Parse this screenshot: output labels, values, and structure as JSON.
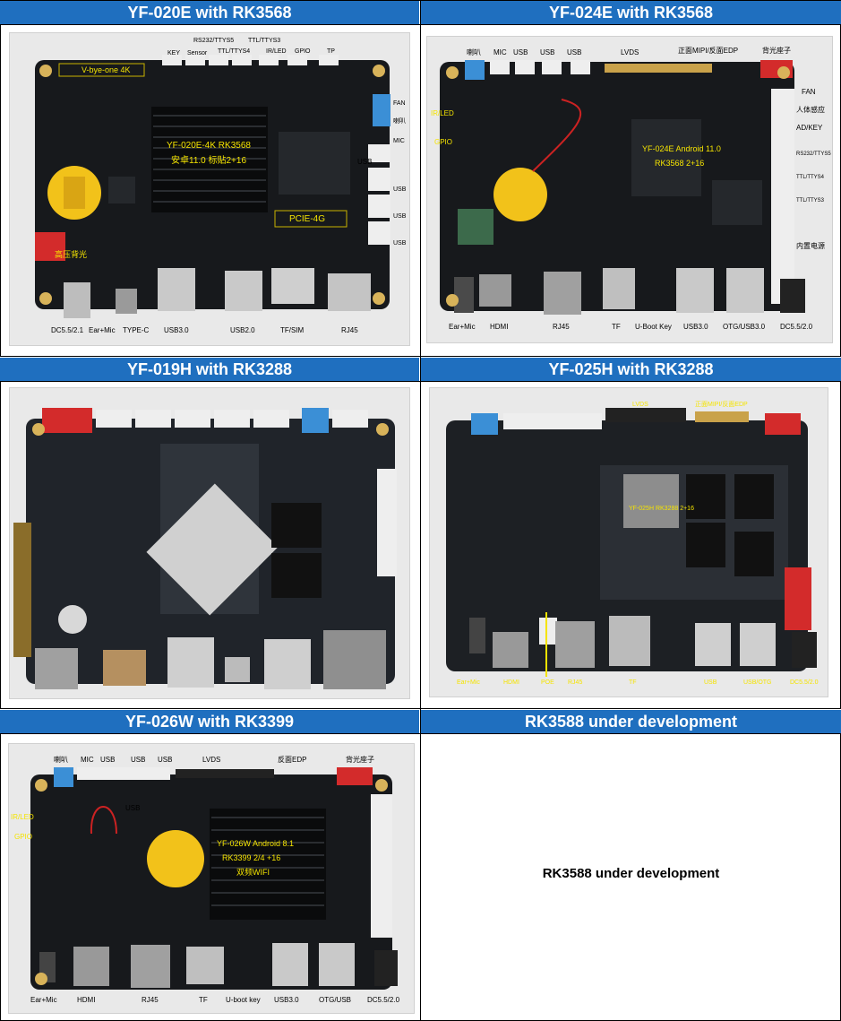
{
  "colors": {
    "header_bg": "#1F6FBF",
    "header_text": "#FFFFFF",
    "pcb": "#17191c",
    "label_yellow": "#F5E400"
  },
  "boards": [
    {
      "title": "YF-020E with RK3568",
      "chip_text": [
        "YF-020E-4K  RK3568",
        "安卓11.0  标贴2+16"
      ],
      "labels": [
        "V-bye-one 4K",
        "KEY",
        "Sensor",
        "RS232/TTYS5",
        "TTL/TTYS4",
        "TTL/TTYS3",
        "IR/LED",
        "GPIO",
        "TP",
        "FAN",
        "喇叭",
        "MIC",
        "USB",
        "USB",
        "USB",
        "USB",
        "PCIE-4G",
        "高压背光",
        "DC5.5/2.1",
        "Ear+Mic",
        "TYPE-C",
        "USB3.0",
        "USB2.0",
        "TF/SIM",
        "RJ45"
      ]
    },
    {
      "title": "YF-024E with RK3568",
      "chip_text": [
        "YF-024E  Android 11.0",
        "RK3568 2+16"
      ],
      "labels": [
        "喇叭",
        "MIC",
        "USB",
        "USB",
        "USB",
        "LVDS",
        "正面MIPI/反面EDP",
        "背光座子",
        "IR/LED",
        "GPIO",
        "FAN",
        "人体感应",
        "AD/KEY",
        "RS232/TTYS5",
        "TTL/TTYS4",
        "TTL/TTYS3",
        "内置电源",
        "Ear+Mic",
        "HDMI",
        "RJ45",
        "TF",
        "U-Boot Key",
        "USB3.0",
        "OTG/USB3.0",
        "DC5.5/2.0"
      ]
    },
    {
      "title": "YF-019H with RK3288",
      "chip_text": [],
      "labels": []
    },
    {
      "title": "YF-025H with RK3288",
      "chip_text": [
        "YF-025H  RK3288 2+16"
      ],
      "labels": [
        "LVDS",
        "正面MIPI/反面EDP",
        "Ear+Mic",
        "HDMI",
        "POE",
        "RJ45",
        "TF",
        "USB",
        "USB/OTG",
        "DC5.5/2.0"
      ]
    },
    {
      "title": "YF-026W with RK3399",
      "chip_text": [
        "YF-026W Android 8.1",
        "RK3399   2/4 +16",
        "双频WIFI"
      ],
      "labels": [
        "喇叭",
        "MIC",
        "USB",
        "USB",
        "USB",
        "LVDS",
        "反面EDP",
        "背光座子",
        "USB",
        "IR/LED",
        "GPIO",
        "Ear+Mic",
        "HDMI",
        "RJ45",
        "TF",
        "U-boot key",
        "USB3.0",
        "OTG/USB",
        "DC5.5/2.0"
      ]
    },
    {
      "title": "RK3588 under development",
      "placeholder": "RK3588 under development"
    }
  ]
}
